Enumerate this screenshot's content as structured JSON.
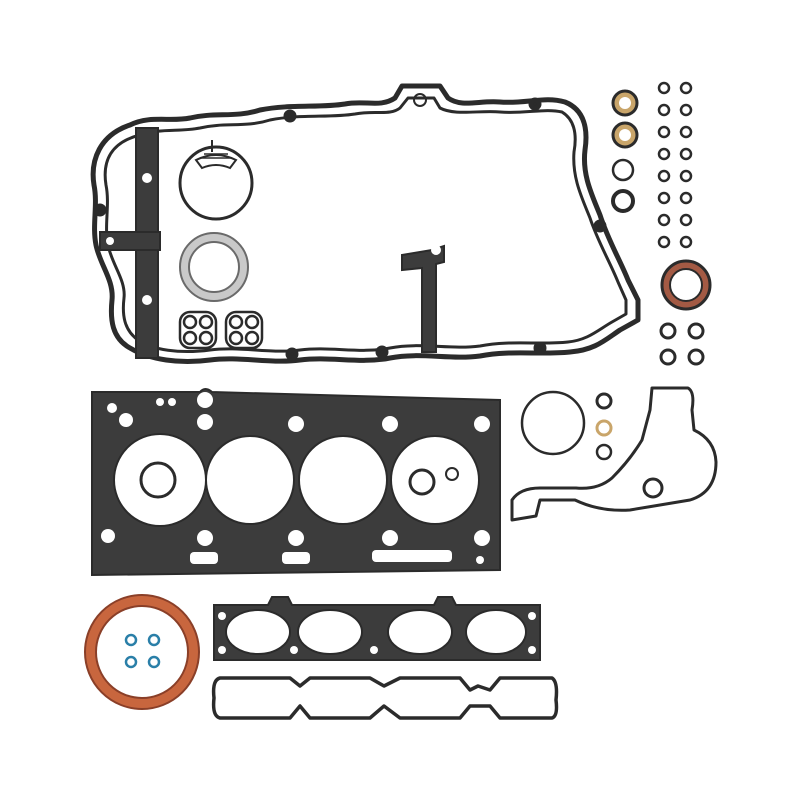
{
  "colors": {
    "background": "#ffffff",
    "gasket_dark": "#2b2b2b",
    "gasket_fill": "#3c3c3c",
    "steel": "#c9c9c9",
    "rubber_brown": "#a35a44",
    "seal_orange": "#c8663e",
    "oring_blue": "#2a7fa8",
    "oring_tan": "#c9a56a"
  },
  "parts": [
    {
      "name": "valve-cover-gasket",
      "icon": "loop-gasket"
    },
    {
      "name": "spark-plug-tube-seals",
      "icon": "seal-strip"
    },
    {
      "name": "throttle-body-gasket",
      "icon": "ring-gasket"
    },
    {
      "name": "exhaust-ring-gasket",
      "icon": "steel-ring"
    },
    {
      "name": "head-gasket",
      "icon": "mls-gasket"
    },
    {
      "name": "exhaust-manifold-gasket",
      "icon": "manifold-gasket"
    },
    {
      "name": "intake-manifold-gasket",
      "icon": "manifold-gasket"
    },
    {
      "name": "rear-main-seal",
      "icon": "oil-seal"
    },
    {
      "name": "timing-cover-gasket",
      "icon": "cover-gasket"
    },
    {
      "name": "front-crank-seal",
      "icon": "oil-seal"
    },
    {
      "name": "valve-stem-seals",
      "icon": "o-ring-set"
    }
  ]
}
